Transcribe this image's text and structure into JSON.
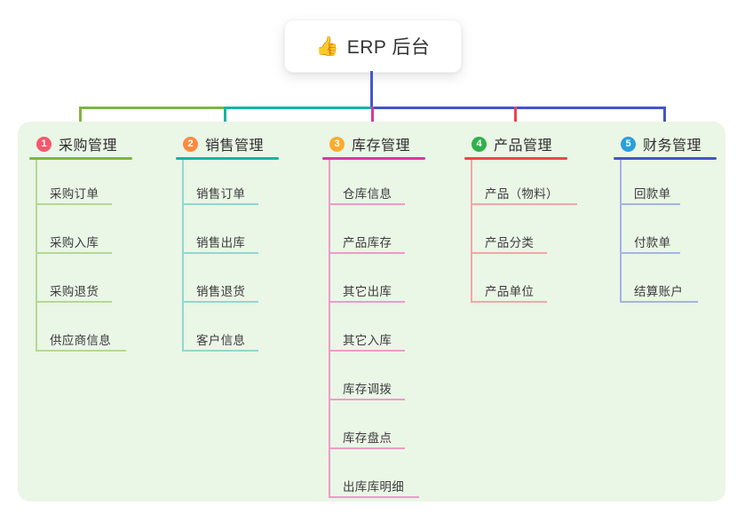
{
  "root": {
    "label": "ERP 后台",
    "icon": "thumbs-up",
    "emoji": "👍",
    "line_color": "#4457c7"
  },
  "panel": {
    "bg_color": "#eaf6e6"
  },
  "branches": [
    {
      "badge": "1",
      "label": "采购管理",
      "color": "#7db63f",
      "badge_color": "#f4586d",
      "child_color": "#b4d894",
      "children": [
        "采购订单",
        "采购入库",
        "采购退货",
        "供应商信息"
      ]
    },
    {
      "badge": "2",
      "label": "销售管理",
      "color": "#17b3a3",
      "badge_color": "#fb8b44",
      "child_color": "#90d8cd",
      "children": [
        "销售订单",
        "销售出库",
        "销售退货",
        "客户信息"
      ]
    },
    {
      "badge": "3",
      "label": "库存管理",
      "color": "#d8399e",
      "badge_color": "#fbac30",
      "child_color": "#f09ac9",
      "children": [
        "仓库信息",
        "产品库存",
        "其它出库",
        "其它入库",
        "库存调拨",
        "库存盘点",
        "出库库明细"
      ]
    },
    {
      "badge": "4",
      "label": "产品管理",
      "color": "#ea4848",
      "badge_color": "#2fb14b",
      "child_color": "#f4a6a4",
      "children": [
        "产品（物料）",
        "产品分类",
        "产品单位"
      ]
    },
    {
      "badge": "5",
      "label": "财务管理",
      "color": "#4056c7",
      "badge_color": "#2b9fd9",
      "child_color": "#a4b3e6",
      "children": [
        "回款单",
        "付款单",
        "结算账户"
      ]
    }
  ]
}
